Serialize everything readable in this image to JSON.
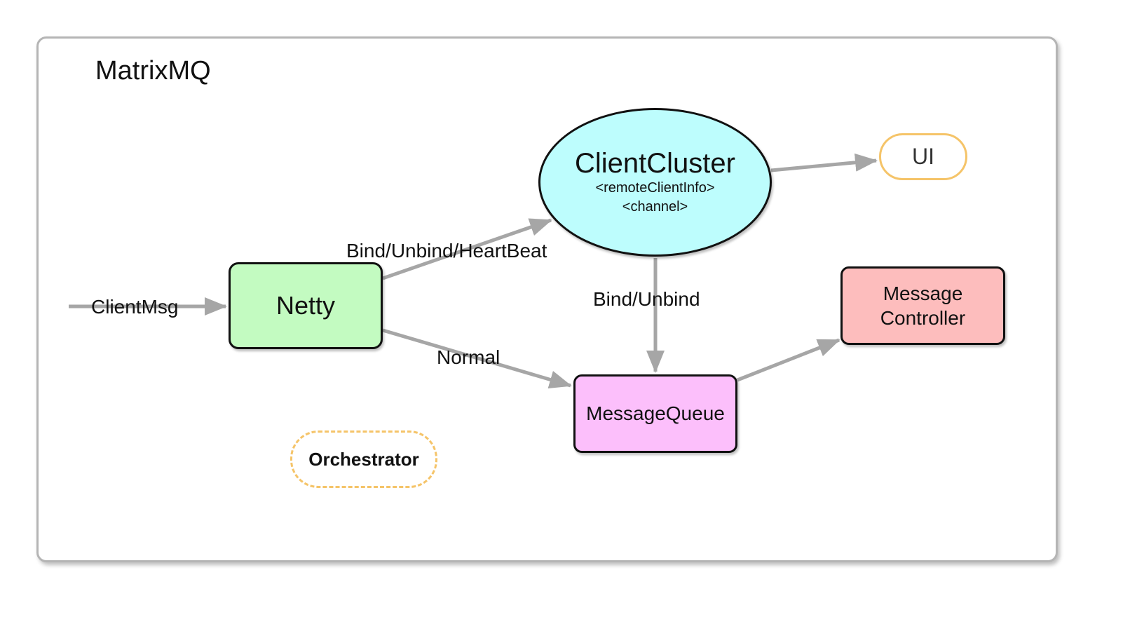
{
  "title": "MatrixMQ",
  "nodes": {
    "netty": "Netty",
    "client_cluster": {
      "name": "ClientCluster",
      "line1": "<remoteClientInfo>",
      "line2": "<channel>"
    },
    "message_queue": "MessageQueue",
    "message_controller": {
      "line1": "Message",
      "line2": "Controller"
    },
    "ui": "UI",
    "orchestrator": "Orchestrator"
  },
  "edges": {
    "client_msg": "ClientMsg",
    "bind_unbind_heartbeat": "Bind/Unbind/HeartBeat",
    "bind_unbind": "Bind/Unbind",
    "normal": "Normal"
  },
  "colors": {
    "arrow": "#a6a6a6",
    "netty_fill": "#c3fbc1",
    "cluster_fill": "#bdfdfd",
    "queue_fill": "#fcbffb",
    "controller_fill": "#fdbdbd",
    "accent_outline": "#f5c469"
  }
}
